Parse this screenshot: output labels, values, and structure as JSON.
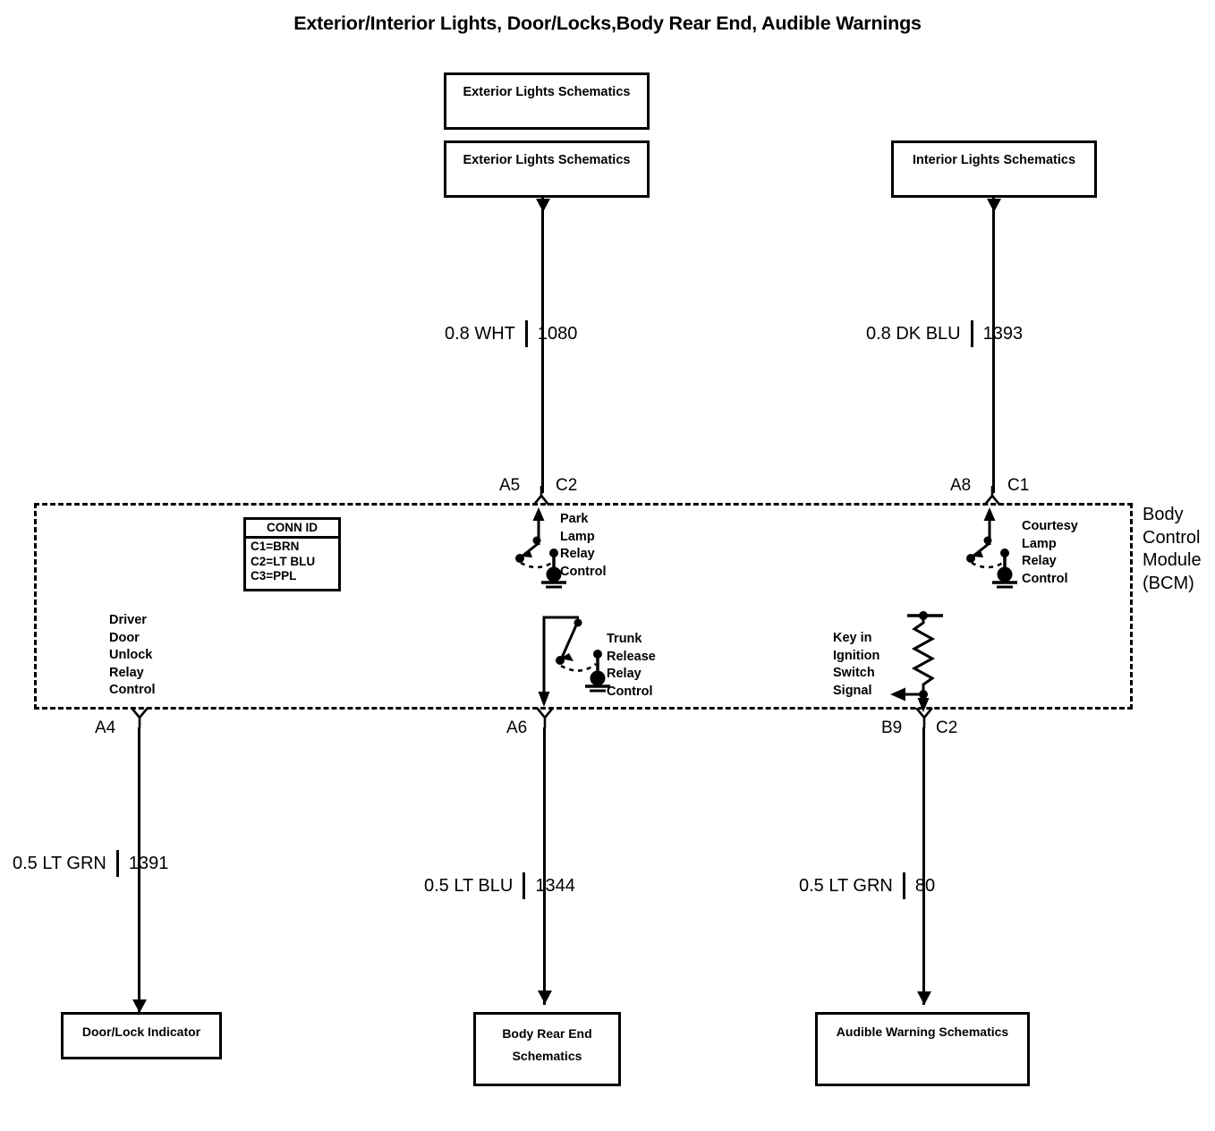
{
  "page": {
    "title": "Exterior/Interior Lights, Door/Locks,Body Rear End, Audible Warnings"
  },
  "top_boxes": [
    {
      "name": "exterior-lights-schematics-1",
      "label": "Exterior Lights Schematics"
    },
    {
      "name": "exterior-lights-schematics-2",
      "label": "Exterior Lights Schematics"
    },
    {
      "name": "interior-lights-schematics",
      "label": "Interior Lights Schematics"
    }
  ],
  "bottom_boxes": [
    {
      "name": "door-lock-indicator",
      "label": "Door/Lock Indicator"
    },
    {
      "name": "body-rear-end-schematics",
      "line1": "Body Rear End",
      "line2": "Schematics"
    },
    {
      "name": "audible-warning-schematics",
      "label": "Audible Warning Schematics"
    }
  ],
  "wires": [
    {
      "id": "wire-1080",
      "gauge": "0.8 WHT",
      "number": "1080"
    },
    {
      "id": "wire-1393",
      "gauge": "0.8 DK BLU",
      "number": "1393"
    },
    {
      "id": "wire-1391",
      "gauge": "0.5 LT GRN",
      "number": "1391"
    },
    {
      "id": "wire-1344",
      "gauge": "0.5 LT BLU",
      "number": "1344"
    },
    {
      "id": "wire-80",
      "gauge": "0.5 LT GRN",
      "number": "80"
    }
  ],
  "pins": {
    "park_lamp_terminal": "A5",
    "park_lamp_connector": "C2",
    "courtesy_lamp_terminal": "A8",
    "courtesy_lamp_connector": "C1",
    "door_unlock_terminal": "A4",
    "trunk_release_terminal": "A6",
    "key_in_ignition_terminal": "B9",
    "key_in_ignition_connector": "C2"
  },
  "conn_id": {
    "header": "CONN ID",
    "rows": [
      "C1=BRN",
      "C2=LT BLU",
      "C3=PPL"
    ]
  },
  "bcm": {
    "title_lines": [
      "Body",
      "Control",
      "Module",
      "(BCM)"
    ]
  },
  "components": [
    {
      "name": "park-lamp-relay-control",
      "lines": [
        "Park",
        "Lamp",
        "Relay",
        "Control"
      ]
    },
    {
      "name": "courtesy-lamp-relay-control",
      "lines": [
        "Courtesy",
        "Lamp",
        "Relay",
        "Control"
      ]
    },
    {
      "name": "driver-door-unlock-relay-control",
      "lines": [
        "Driver",
        "Door",
        "Unlock",
        "Relay",
        "Control"
      ]
    },
    {
      "name": "trunk-release-relay-control",
      "lines": [
        "Trunk",
        "Release",
        "Relay",
        "Control"
      ]
    },
    {
      "name": "key-in-ignition-switch-signal",
      "lines": [
        "Key in",
        "Ignition",
        "Switch",
        "Signal"
      ]
    }
  ],
  "colors": {
    "ink": "#000000",
    "background": "#ffffff"
  }
}
